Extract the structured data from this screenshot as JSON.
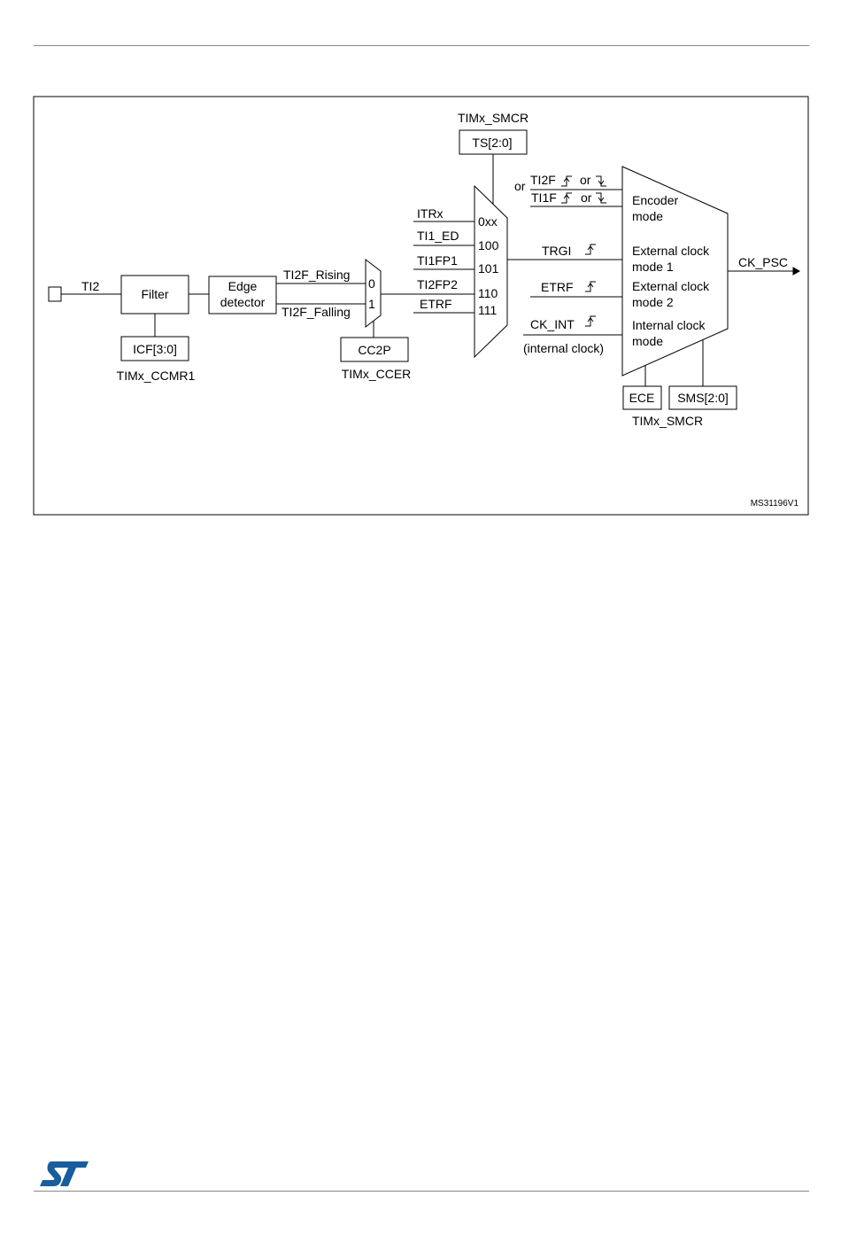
{
  "diagram": {
    "input_pin": "TI2",
    "filter": "Filter",
    "filter_reg": "ICF[3:0]",
    "filter_reg_name": "TIMx_CCMR1",
    "edge_detector_line1": "Edge",
    "edge_detector_line2": "detector",
    "rising_label": "TI2F_Rising",
    "falling_label": "TI2F_Falling",
    "mux1_in0": "0",
    "mux1_in1": "1",
    "mux1_ctrl": "CC2P",
    "mux1_ctrl_reg": "TIMx_CCER",
    "ts_reg_name": "TIMx_SMCR",
    "ts_reg": "TS[2:0]",
    "trigger_inputs": [
      {
        "name": "ITRx",
        "code": "0xx"
      },
      {
        "name": "TI1_ED",
        "code": "100"
      },
      {
        "name": "TI1FP1",
        "code": "101"
      },
      {
        "name": "TI2FP2",
        "code": "110"
      },
      {
        "name": "ETRF",
        "code": "111"
      }
    ],
    "encoder_or": "or",
    "encoder_ti2f": "TI2F",
    "encoder_ti1f": "TI1F",
    "encoder_or2": "or",
    "encoder_or3": "or",
    "trgi": "TRGI",
    "etrf": "ETRF",
    "ck_int": "CK_INT",
    "ck_int_note": "(internal clock)",
    "modes": [
      {
        "line1": "Encoder",
        "line2": "mode"
      },
      {
        "line1": "External clock",
        "line2": "mode 1"
      },
      {
        "line1": "External clock",
        "line2": "mode 2"
      },
      {
        "line1": "Internal clock",
        "line2": "mode"
      }
    ],
    "output": "CK_PSC",
    "ece": "ECE",
    "sms": "SMS[2:0]",
    "mode_reg_name": "TIMx_SMCR",
    "figure_id": "MS31196V1"
  },
  "logo_color": "#1a5d9c"
}
